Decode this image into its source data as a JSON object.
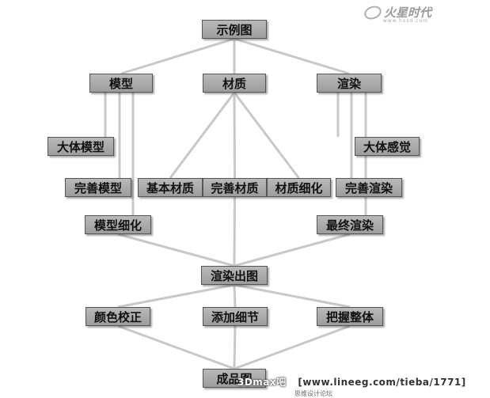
{
  "nodes": {
    "example": {
      "label": "示例图"
    },
    "model": {
      "label": "模型"
    },
    "material": {
      "label": "材质"
    },
    "render": {
      "label": "渲染"
    },
    "rough_model": {
      "label": "大体模型"
    },
    "rough_feel": {
      "label": "大体感觉"
    },
    "refine_model": {
      "label": "完善模型"
    },
    "basic_material": {
      "label": "基本材质"
    },
    "refine_material": {
      "label": "完善材质"
    },
    "material_detail": {
      "label": "材质细化"
    },
    "refine_render": {
      "label": "完善渲染"
    },
    "model_detail": {
      "label": "模型细化"
    },
    "final_render": {
      "label": "最终渲染"
    },
    "render_output": {
      "label": "渲染出图"
    },
    "color_correct": {
      "label": "颜色校正"
    },
    "add_detail": {
      "label": "添加细节"
    },
    "grasp_whole": {
      "label": "把握整体"
    },
    "finished": {
      "label": "成品图"
    }
  },
  "edges": [
    [
      "example",
      "model"
    ],
    [
      "example",
      "material"
    ],
    [
      "example",
      "render"
    ],
    [
      "model",
      "rough_model"
    ],
    [
      "model",
      "refine_model"
    ],
    [
      "model",
      "model_detail"
    ],
    [
      "material",
      "basic_material"
    ],
    [
      "material",
      "refine_material"
    ],
    [
      "material",
      "material_detail"
    ],
    [
      "render",
      "rough_feel"
    ],
    [
      "render",
      "refine_render"
    ],
    [
      "render",
      "final_render"
    ],
    [
      "model_detail",
      "render_output"
    ],
    [
      "refine_material",
      "render_output"
    ],
    [
      "final_render",
      "render_output"
    ],
    [
      "render_output",
      "color_correct"
    ],
    [
      "render_output",
      "add_detail"
    ],
    [
      "render_output",
      "grasp_whole"
    ],
    [
      "color_correct",
      "finished"
    ],
    [
      "add_detail",
      "finished"
    ],
    [
      "grasp_whole",
      "finished"
    ]
  ],
  "logo": {
    "text": "火星时代",
    "url": "www.hxsd.com"
  },
  "watermark": {
    "brand": "3Dmax吧",
    "text": "[www.lineeg.com/tieba/1771]",
    "sub": "思维设计论坛"
  },
  "colors": {
    "node_fill": "#a9a9a9",
    "line": "#c8c8c8"
  }
}
